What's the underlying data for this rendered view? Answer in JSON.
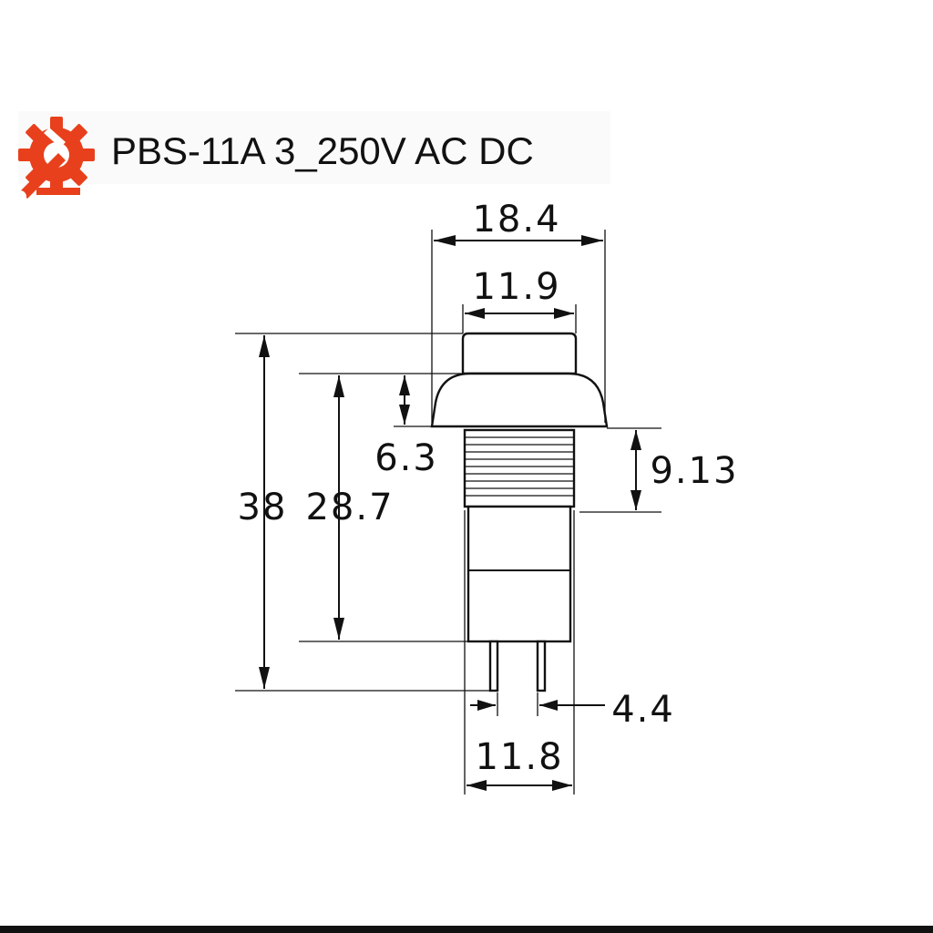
{
  "header": {
    "title": "PBS-11A 3_250V AC DC",
    "logo_icon": "gear-wrench-icon",
    "logo_color": "#e8401c"
  },
  "dimensions": {
    "overall_width": "18.4",
    "cap_width": "11.9",
    "flange_height": "6.3",
    "thread_length": "9.13",
    "total_height": "38",
    "body_height": "28.7",
    "pin_spacing": "4.4",
    "body_width": "11.8"
  }
}
